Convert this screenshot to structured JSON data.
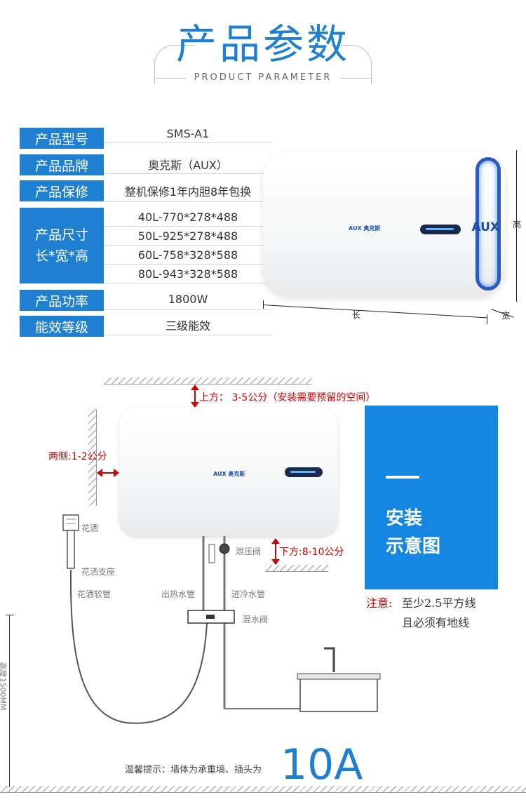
{
  "header": {
    "title": "产品参数",
    "subtitle": "PRODUCT PARAMETER"
  },
  "params": {
    "model_label": "产品型号",
    "model_value": "SMS-A1",
    "brand_label": "产品品牌",
    "brand_value": "奥克斯（AUX）",
    "warranty_label": "产品保修",
    "warranty_value": "整机保修1年内胆8年包换",
    "size_label_line1": "产品尺寸",
    "size_label_line2": "长*宽*高",
    "sizes": [
      "40L-770*278*488",
      "50L-925*278*488",
      "60L-758*328*588",
      "80L-943*328*588"
    ],
    "power_label": "产品功率",
    "power_value": "1800W",
    "efficiency_label": "能效等级",
    "efficiency_value": "三级能效"
  },
  "product": {
    "brand_mark": "AUX",
    "brand_small": "AUX 奥克斯",
    "dim_length": "长",
    "dim_width": "宽",
    "dim_height": "高"
  },
  "install": {
    "top_clearance": "上方：  3-5公分（安装需要预留的空间）",
    "side_clearance": "两侧:1-2公分",
    "bottom_clearance": "下方:8-10公分",
    "heater_brand": "AUX 奥克斯",
    "shower_head": "花洒",
    "shower_bracket": "花洒支座",
    "shower_hose": "花洒软管",
    "hot_outlet": "出热水管",
    "cold_inlet": "进冷水管",
    "pressure_valve": "泄压阀",
    "mixing_valve": "混水阀",
    "height_label": "高度1500MM",
    "blue_box_line1": "安装",
    "blue_box_line2": "示意图",
    "note_prefix": "注意:",
    "note_line1": "至少2.5平方线",
    "note_line2": "且必须有地线",
    "tip": "温馨提示：墙体为承重墙、插头为",
    "amp": "10A"
  },
  "colors": {
    "accent": "#1f7fd1",
    "blue_box": "#1687e0",
    "warning_red": "#cc0000"
  }
}
